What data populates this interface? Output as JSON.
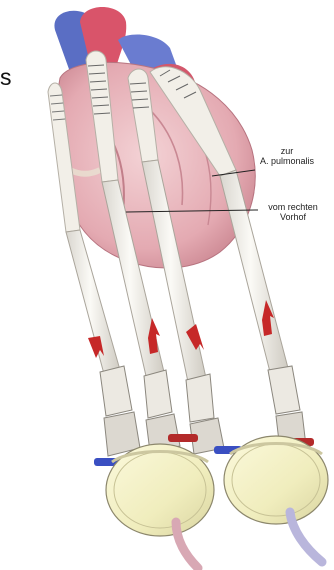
{
  "labels": {
    "side_fragment": "s",
    "pulmonalis": "zur\nA. pulmonalis",
    "vorhof": "vom rechten\nVorhof"
  },
  "colors": {
    "heart_muscle": "#e8b6bc",
    "aorta": "#d9546a",
    "vena_cava": "#5a6ec4",
    "cannula": "#f4f1ea",
    "pump_bag": "#f2efc2",
    "flow_arrow": "#c62828",
    "inflow_ring": "#3a4fc2",
    "outflow_ring": "#b32a2a",
    "outflow_tube": "#d8a8b4",
    "return_tube": "#b9b6dc"
  },
  "icons": {
    "heart": "heart-illustration",
    "pump": "pump-chamber",
    "arrow": "flow-arrow"
  }
}
